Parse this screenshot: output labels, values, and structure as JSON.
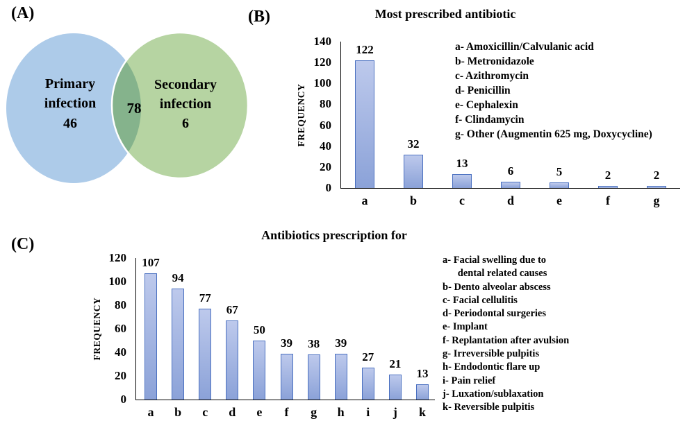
{
  "colors": {
    "text": "#000000",
    "axis": "#000000",
    "bar_fill_top": "#bdc9ec",
    "bar_fill_bottom": "#8ba2d8",
    "bar_border": "#4a70c0",
    "venn_left_fill": "#adcbe9",
    "venn_right_fill": "#b6d4a2",
    "venn_overlap_fill": "#85b38c",
    "venn_outline": "#ffffff"
  },
  "chart_data": [
    {
      "panel_label": "(A)",
      "type": "venn",
      "sets": [
        {
          "label_line1": "Primary",
          "label_line2": "infection",
          "value": 46
        },
        {
          "label_line1": "Secondary",
          "label_line2": "infection",
          "value": 6
        }
      ],
      "intersection_value": 78
    },
    {
      "panel_label": "(B)",
      "type": "bar",
      "title": "Most prescribed antibiotic",
      "ylabel": "FREQUENCY",
      "categories": [
        "a",
        "b",
        "c",
        "d",
        "e",
        "f",
        "g"
      ],
      "values": [
        122,
        32,
        13,
        6,
        5,
        2,
        2
      ],
      "ylim": [
        0,
        140
      ],
      "ytick_step": 20,
      "grid": false,
      "legend_position": "right",
      "legend": [
        "a- Amoxicillin/Calvulanic acid",
        "b- Metronidazole",
        "c- Azithromycin",
        "d- Penicillin",
        "e- Cephalexin",
        "f- Clindamycin",
        "g- Other (Augmentin 625 mg, Doxycycline)"
      ]
    },
    {
      "panel_label": "(C)",
      "type": "bar",
      "title": "Antibiotics prescription for",
      "ylabel": "FREQUENCY",
      "categories": [
        "a",
        "b",
        "c",
        "d",
        "e",
        "f",
        "g",
        "h",
        "i",
        "j",
        "k"
      ],
      "values": [
        107,
        94,
        77,
        67,
        50,
        39,
        38,
        39,
        27,
        21,
        13
      ],
      "ylim": [
        0,
        120
      ],
      "ytick_step": 20,
      "grid": false,
      "legend_position": "right",
      "legend": [
        "a- Facial swelling due to",
        "      dental related causes",
        "b- Dento alveolar abscess",
        "c- Facial cellulitis",
        "d- Periodontal surgeries",
        "e- Implant",
        "f- Replantation after avulsion",
        "g- Irreversible pulpitis",
        "h- Endodontic flare up",
        "i- Pain relief",
        "j- Luxation/sublaxation",
        "k- Reversible pulpitis"
      ]
    }
  ]
}
